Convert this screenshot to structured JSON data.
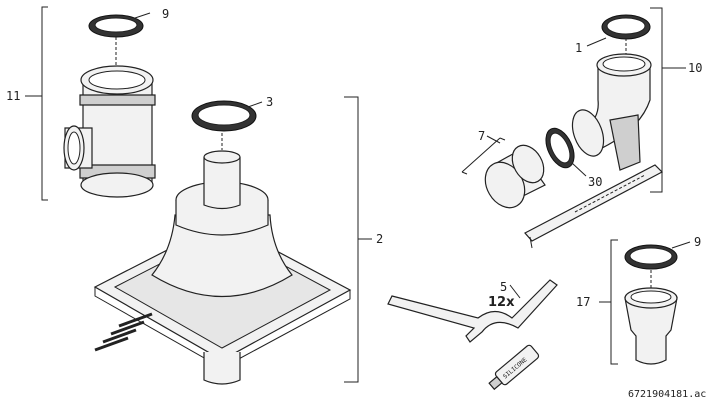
{
  "diagram": {
    "labels": {
      "l1": "1",
      "l2": "2",
      "l3": "3",
      "l5": "5",
      "l7": "7",
      "l9a": "9",
      "l9b": "9",
      "l10": "10",
      "l11": "11",
      "l17": "17",
      "l30": "30"
    },
    "quantity": "12x",
    "tube_text": "SILICONE",
    "figure_code": "6721904181.ac"
  }
}
